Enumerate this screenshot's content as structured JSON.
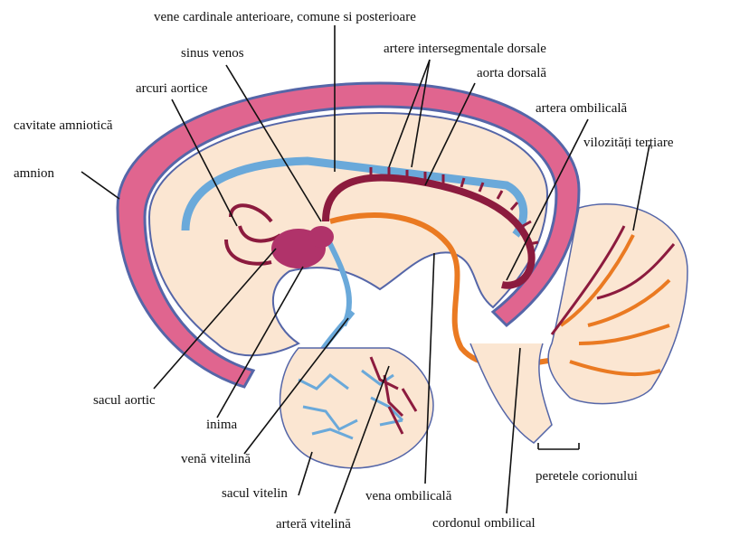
{
  "colors": {
    "amnion_pink": "#e0658f",
    "amnion_border": "#5566a8",
    "body_cream": "#fbe6d2",
    "vein_blue": "#6aa9da",
    "artery_maroon": "#8c1b3e",
    "umbilical_orange": "#ea7a22",
    "heart": "#b0336a"
  },
  "labels": {
    "cardinal_veins": "vene cardinale anterioare, comune si posterioare",
    "sinus_venosus": "sinus venos",
    "intersegmental_arteries": "artere intersegmentale dorsale",
    "aortic_arches": "arcuri aortice",
    "dorsal_aorta": "aorta dorsală",
    "amniotic_cavity": "cavitate amniotică",
    "umbilical_artery": "artera ombilicală",
    "amnion": "amnion",
    "tertiary_villi": "vilozități terțiare",
    "aortic_sac": "sacul aortic",
    "heart": "inima",
    "vitelline_vein": "venă vitelină",
    "yolk_sac": "sacul vitelin",
    "umbilical_vein": "vena ombilicală",
    "chorionic_wall": "peretele corionului",
    "vitelline_artery": "arteră vitelină",
    "umbilical_cord": "cordonul ombilical"
  }
}
